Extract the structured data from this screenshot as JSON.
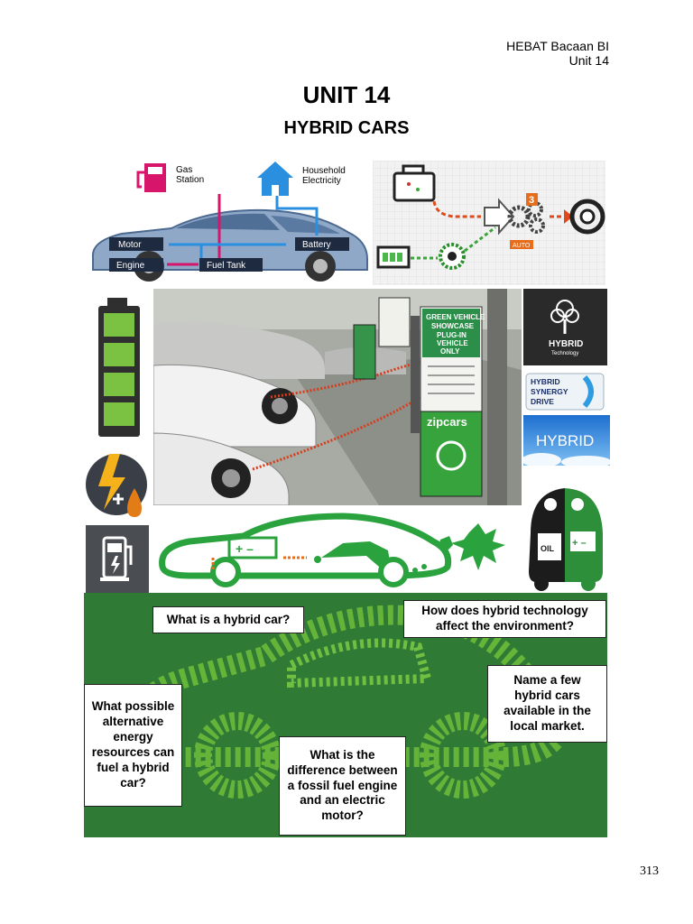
{
  "header": {
    "line1": "HEBAT Bacaan BI",
    "line2": "Unit 14"
  },
  "title": "UNIT 14",
  "subtitle": "HYBRID CARS",
  "diagram": {
    "gas_station_line1": "Gas",
    "gas_station_line2": "Station",
    "household_line1": "Household",
    "household_line2": "Electricity",
    "motor": "Motor",
    "battery": "Battery",
    "engine": "Engine",
    "fuel_tank": "Fuel Tank"
  },
  "drivetrain": {
    "gear_number": "3",
    "auto_label": "AUTO"
  },
  "photo_signs": {
    "sign_lines": [
      "GREEN VEHICLE",
      "SHOWCASE",
      "PLUG-IN",
      "VEHICLE",
      "ONLY"
    ],
    "brand": "zipcars"
  },
  "logos": {
    "hybrid_technology_line1": "HYBRID",
    "hybrid_technology_line2": "Technology",
    "hsd_line1": "HYBRID",
    "hsd_line2": "SYNERGY",
    "hsd_line3": "DRIVE",
    "hybrid_sky": "HYBRID",
    "oil_label": "OIL"
  },
  "questions": {
    "q1": "What is a hybrid car?",
    "q2": "How does hybrid technology affect the environment?",
    "q3": "Name a few hybrid cars available in the local market.",
    "q4": "What possible alternative energy resources can fuel a hybrid car?",
    "q5": "What is the difference between a fossil fuel engine and an electric motor?"
  },
  "page_number": "313",
  "colors": {
    "green_bg": "#2f7a35",
    "accent_green": "#1f9a3a",
    "magenta": "#d6156b",
    "blue": "#2b8fe0"
  }
}
